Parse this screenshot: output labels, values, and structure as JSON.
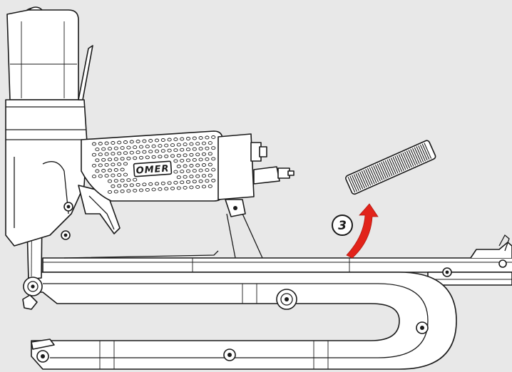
{
  "brand_label": "OMER",
  "step_number": "3",
  "colors": {
    "background": "#e8e8e8",
    "line": "#1a1a1a",
    "fill": "#ffffff",
    "arrow": "#e2231a"
  },
  "icons": {
    "step_badge": "circled-number",
    "direction": "curved-arrow-up"
  }
}
